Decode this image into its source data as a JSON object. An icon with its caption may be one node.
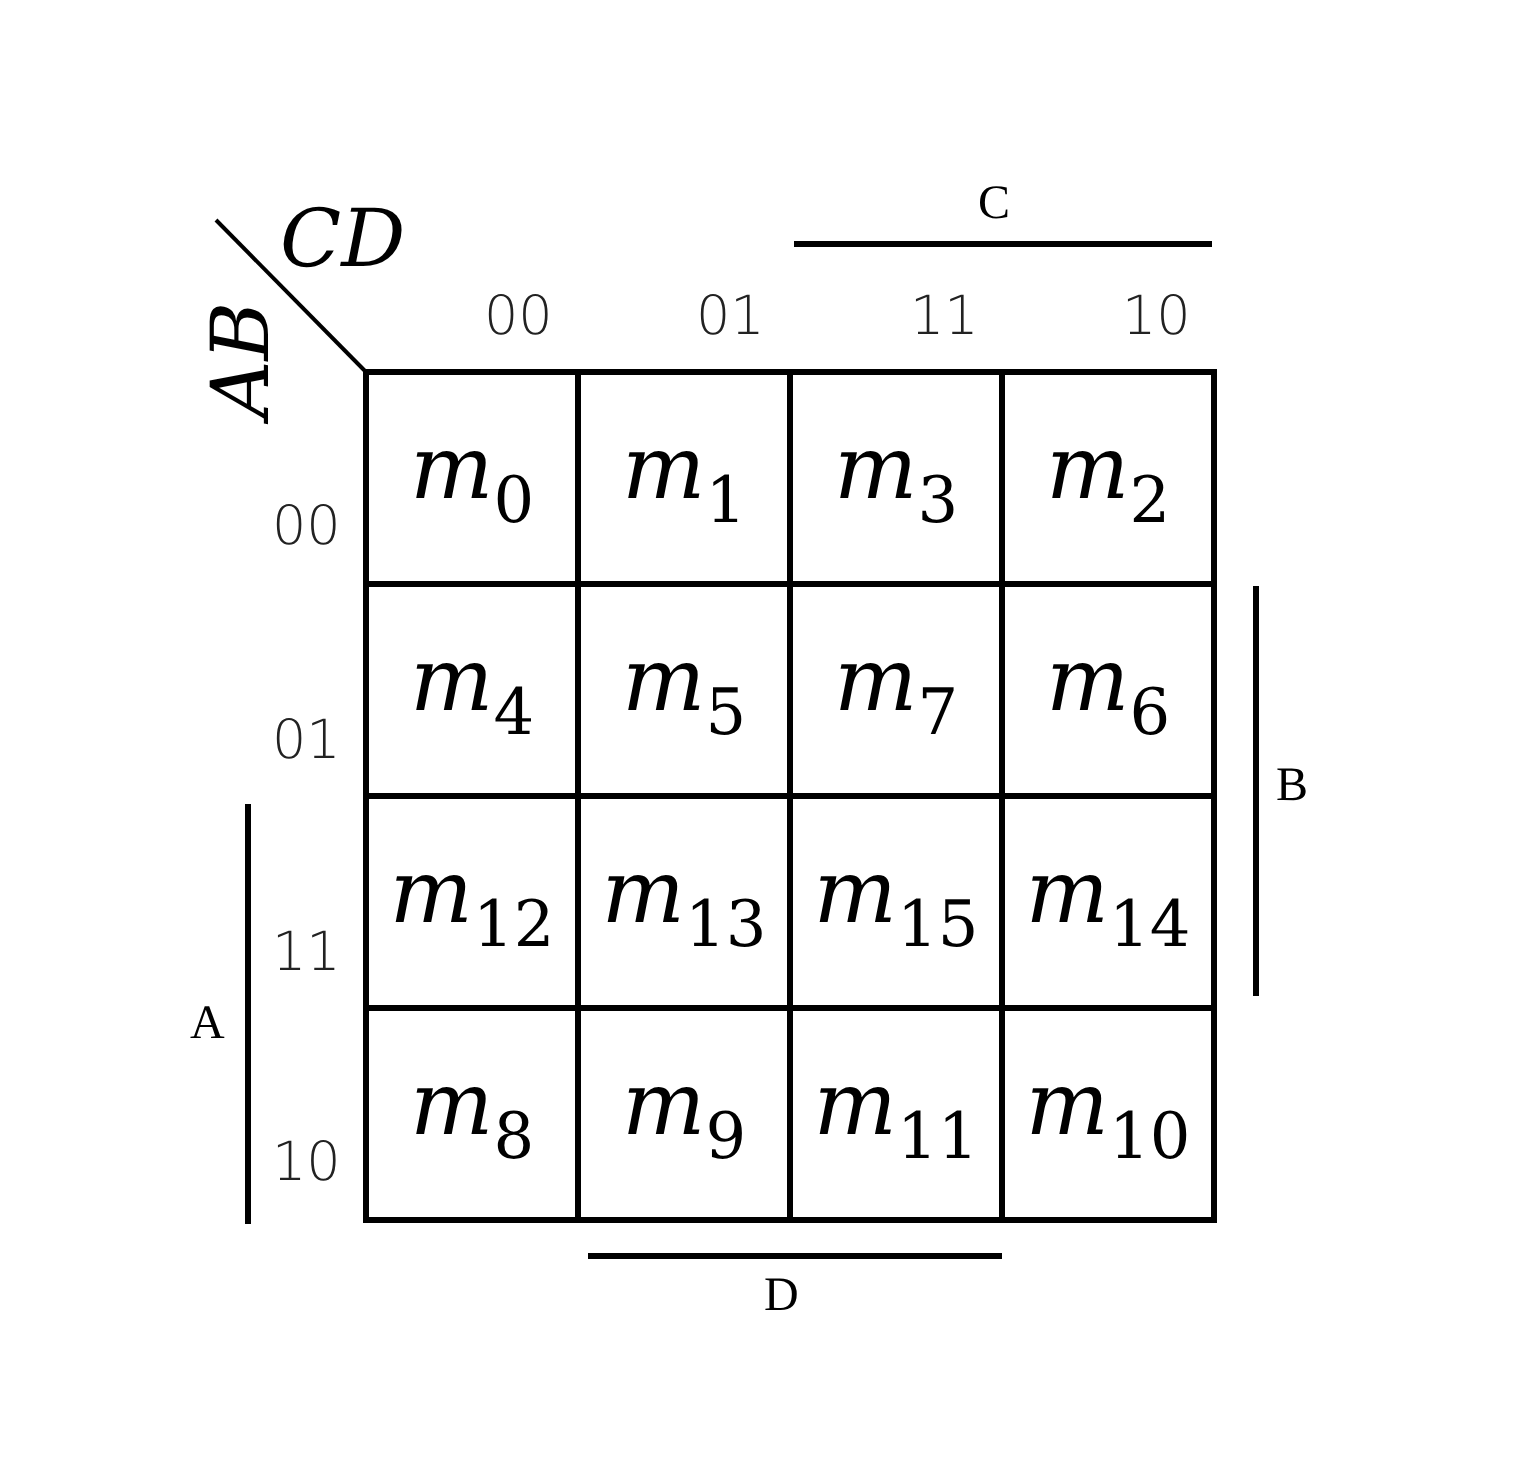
{
  "diagram": {
    "labels": [
      "C",
      "CD",
      "AB",
      "00",
      "01",
      "11",
      "10",
      "00",
      "01",
      "11",
      "10",
      "m$_{0}$",
      "m$_{1}$",
      "m$_{3}$",
      "m$_{2}$",
      "m$_{4}$",
      "m$_{5}$",
      "m$_{7}$",
      "m$_{6}$",
      "m$_{12}$",
      "m$_{13}$",
      "m$_{15}$",
      "m$_{14}$",
      "m$_{8}$",
      "m$_{9}$",
      "m$_{11}$",
      "m$_{10}$",
      "B",
      "A",
      "D"
    ]
  }
}
